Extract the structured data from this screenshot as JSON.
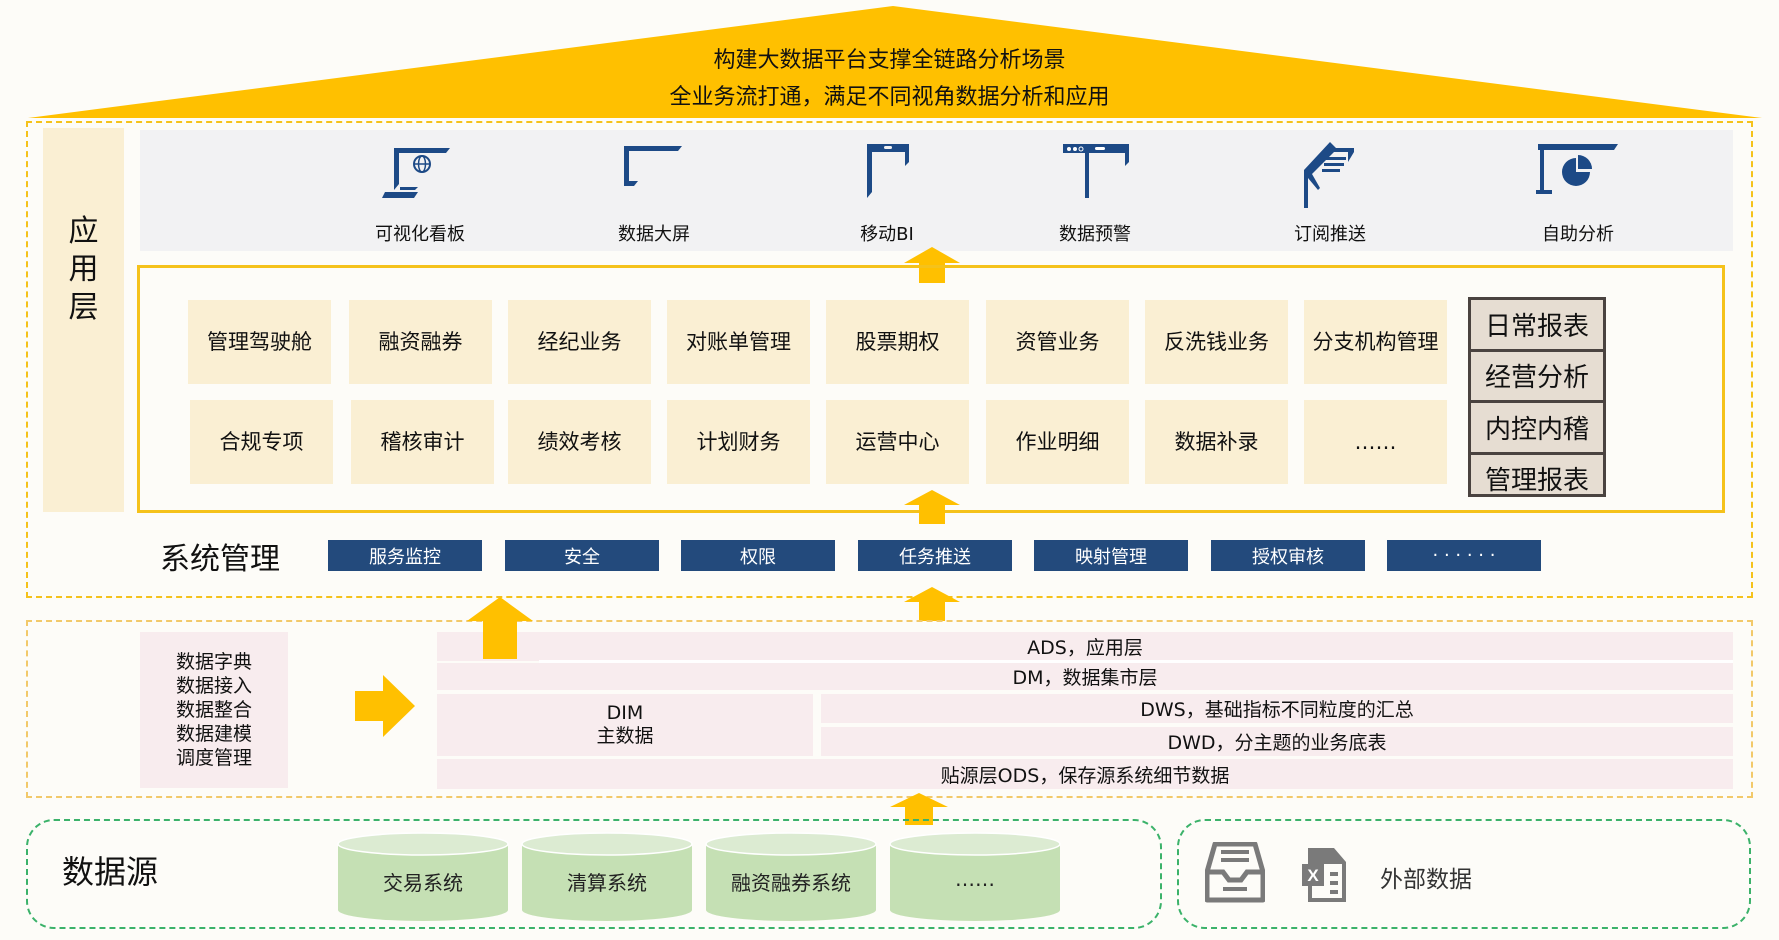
{
  "roof": {
    "line1": "构建大数据平台支撑全链路分析场景",
    "line2": "全业务流打通，满足不同视角数据分析和应用"
  },
  "app_layer": {
    "side_label": [
      "应",
      "用",
      "层"
    ],
    "capabilities": [
      {
        "label": "可视化看板",
        "icon": "monitor-globe-icon"
      },
      {
        "label": "数据大屏",
        "icon": "large-screen-icon"
      },
      {
        "label": "移动BI",
        "icon": "mobile-phone-icon"
      },
      {
        "label": "数据预警",
        "icon": "alert-panel-icon"
      },
      {
        "label": "订阅推送",
        "icon": "subscription-push-icon"
      },
      {
        "label": "自助分析",
        "icon": "pie-chart-board-icon"
      }
    ],
    "tiles_row1": [
      "管理驾驶舱",
      "融资融券",
      "经纪业务",
      "对账单管理",
      "股票期权",
      "资管业务",
      "反洗钱业务",
      "分支机构管理"
    ],
    "tiles_row2": [
      "合规专项",
      "稽核审计",
      "绩效考核",
      "计划财务",
      "运营中心",
      "作业明细",
      "数据补录",
      "……"
    ],
    "reports": [
      "日常报表",
      "经营分析",
      "内控内稽",
      "管理报表"
    ]
  },
  "system_mgmt": {
    "title": "系统管理",
    "items": [
      "服务监控",
      "安全",
      "权限",
      "任务推送",
      "映射管理",
      "授权审核",
      "· · · · · ·"
    ]
  },
  "warehouse": {
    "processes": [
      "数据字典",
      "数据接入",
      "数据整合",
      "数据建模",
      "调度管理"
    ],
    "layers": {
      "ads": "ADS，应用层",
      "dm": "DM，数据集市层",
      "dws": "DWS，基础指标不同粒度的汇总",
      "dwd": "DWD，分主题的业务底表",
      "ods": "贴源层ODS，保存源系统细节数据",
      "dim_title": "DIM",
      "dim_sub": "主数据"
    }
  },
  "data_source": {
    "title": "数据源",
    "systems": [
      "交易系统",
      "清算系统",
      "融资融券系统",
      "……"
    ],
    "external_label": "外部数据"
  },
  "colors": {
    "accent_yellow": "#ffc000",
    "navy": "#234a7c",
    "tile": "#faefd3",
    "layer_pink": "#f8ecee",
    "cylinder_green": "#c5e0b4"
  }
}
